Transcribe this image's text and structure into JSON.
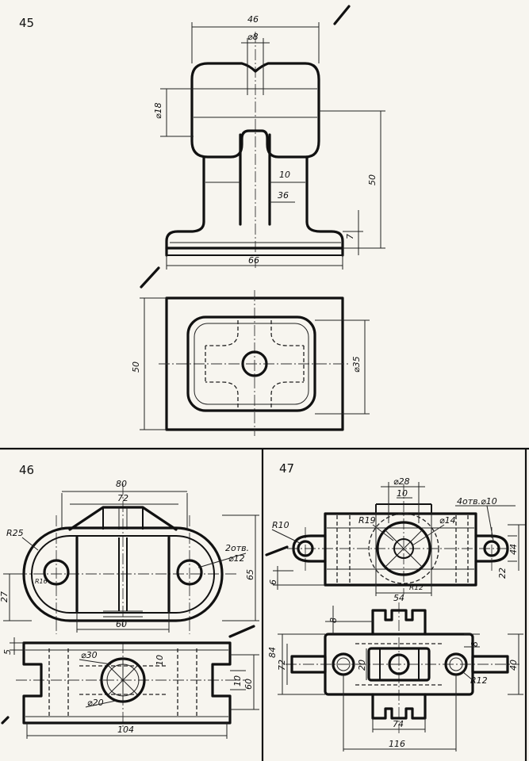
{
  "problems": [
    {
      "number": "45",
      "dimensions": [
        "46",
        "⌀8",
        "⌀18",
        "10",
        "36",
        "50",
        "7",
        "66",
        "50",
        "⌀35"
      ]
    },
    {
      "number": "46",
      "dimensions": [
        "80",
        "72",
        "R25",
        "R16",
        "2отв.",
        "⌀12",
        "27",
        "65",
        "60",
        "5",
        "⌀30",
        "10",
        "10",
        "60",
        "⌀20",
        "104"
      ]
    },
    {
      "number": "47",
      "dimensions": [
        "⌀28",
        "10",
        "4отв.⌀10",
        "R10",
        "R19",
        "⌀14",
        "44",
        "22",
        "6",
        "54",
        "R12",
        "8",
        "84",
        "72",
        "20",
        "8",
        "40",
        "R12",
        "74",
        "116"
      ]
    }
  ]
}
